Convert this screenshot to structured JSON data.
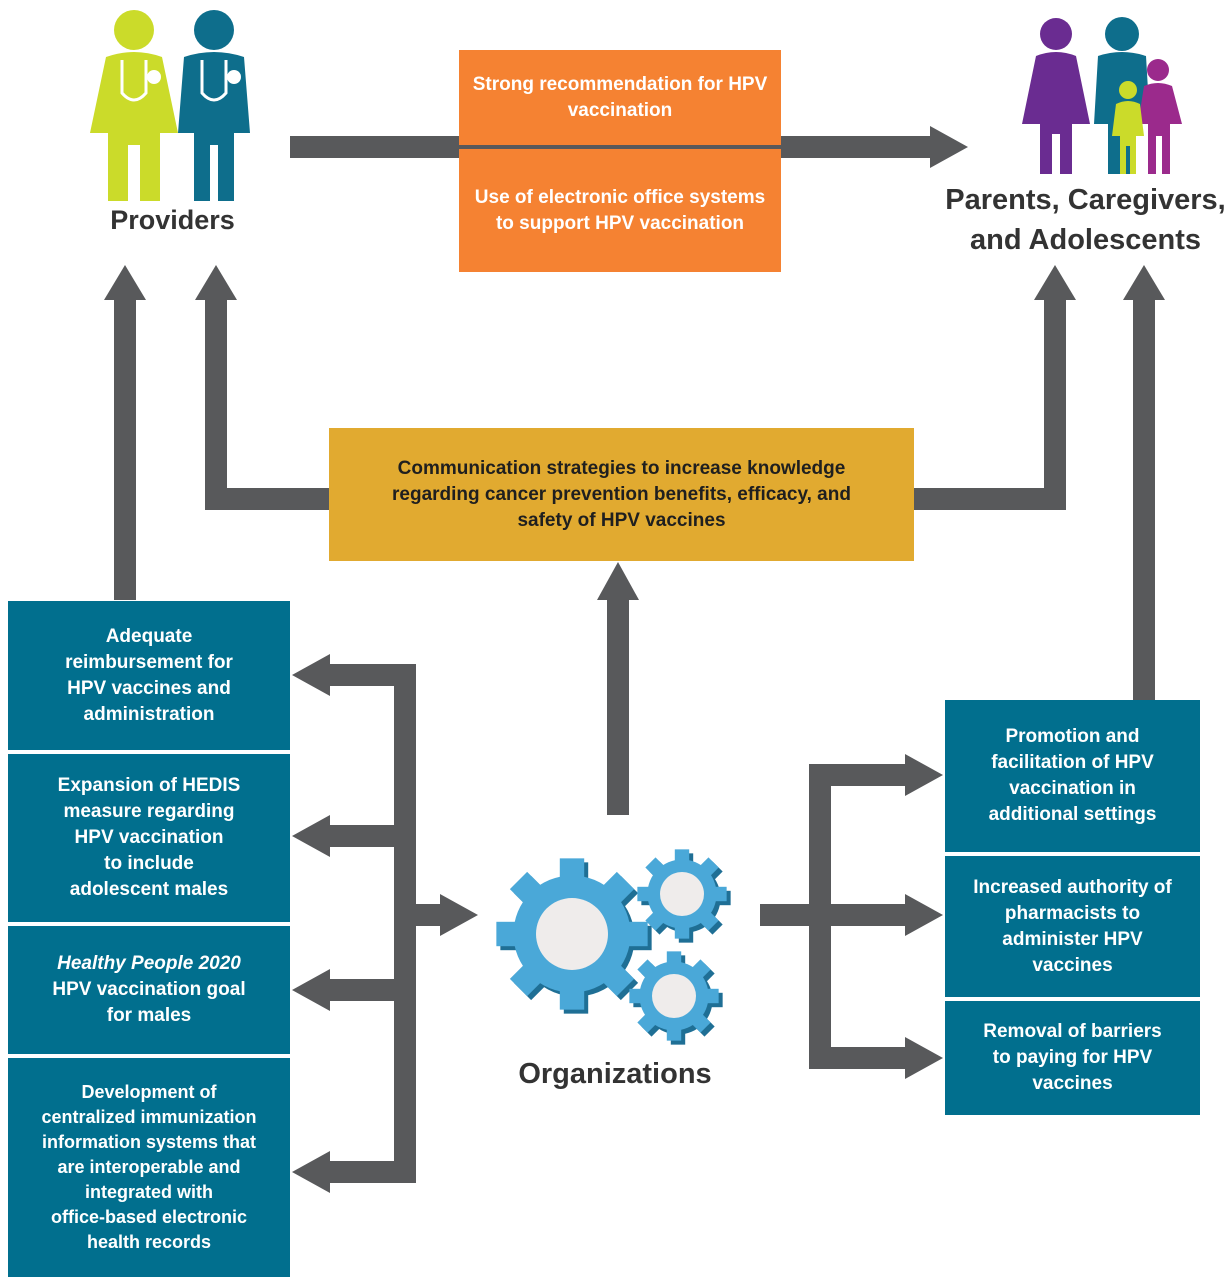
{
  "colors": {
    "teal": "#016f8e",
    "orange": "#f58232",
    "gold": "#e1aa30",
    "arrow": "#58595b",
    "lime": "#cbdb2a",
    "purple": "#6a2c91",
    "magenta": "#9b2a8c",
    "gear": "#4aa8d8"
  },
  "icons": {
    "providers": "two-doctors-with-stethoscopes-icon",
    "parents": "family-icon",
    "organizations": "gears-icon"
  },
  "nodes": {
    "providers": "Providers",
    "parents_line1": "Parents, Caregivers,",
    "parents_line2": "and Adolescents",
    "organizations": "Organizations"
  },
  "provider_to_parent": [
    "Strong recommendation for HPV vaccination",
    "Use of electronic office systems to support HPV vaccination"
  ],
  "communication": "Communication strategies to increase knowledge regarding cancer prevention benefits, efficacy, and safety of HPV vaccines",
  "left_boxes": [
    {
      "lines": [
        "Adequate",
        "reimbursement for",
        "HPV vaccines and",
        "administration"
      ]
    },
    {
      "lines": [
        "Expansion of HEDIS",
        "measure regarding",
        "HPV vaccination",
        "to include",
        "adolescent males"
      ]
    },
    {
      "italic": "Healthy People 2020",
      "lines": [
        "HPV vaccination goal",
        "for males"
      ]
    },
    {
      "lines": [
        "Development of",
        "centralized immunization",
        "information systems that",
        "are interoperable and",
        "integrated with",
        "office-based electronic",
        "health records"
      ]
    }
  ],
  "right_boxes": [
    {
      "lines": [
        "Promotion and",
        "facilitation of HPV",
        "vaccination in",
        "additional settings"
      ]
    },
    {
      "lines": [
        "Increased authority of",
        "pharmacists to",
        "administer HPV",
        "vaccines"
      ]
    },
    {
      "lines": [
        "Removal of barriers",
        "to paying for HPV",
        "vaccines"
      ]
    }
  ]
}
